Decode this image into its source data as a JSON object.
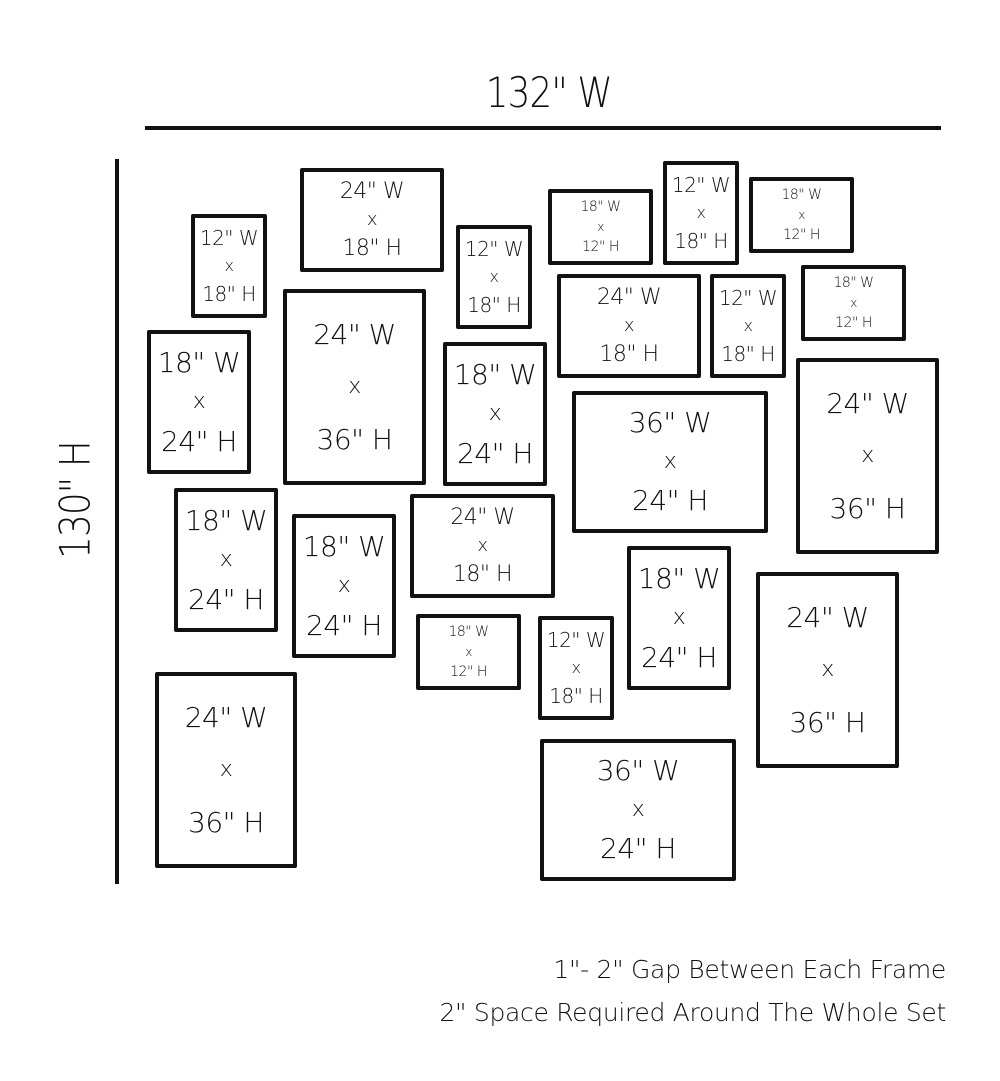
{
  "dimensions": {
    "total_width_label": "132\" W",
    "total_height_label": "130\" H"
  },
  "frames": [
    {
      "w": "12\" W",
      "x": "x",
      "h": "18\" H"
    },
    {
      "w": "24\" W",
      "x": "x",
      "h": "18\" H"
    },
    {
      "w": "12\" W",
      "x": "x",
      "h": "18\" H"
    },
    {
      "w": "18\" W",
      "x": "x",
      "h": "12\" H"
    },
    {
      "w": "12\" W",
      "x": "x",
      "h": "18\" H"
    },
    {
      "w": "18\" W",
      "x": "x",
      "h": "12\" H"
    },
    {
      "w": "18\" W",
      "x": "x",
      "h": "24\" H"
    },
    {
      "w": "24\" W",
      "x": "x",
      "h": "36\" H"
    },
    {
      "w": "18\" W",
      "x": "x",
      "h": "24\" H"
    },
    {
      "w": "24\" W",
      "x": "x",
      "h": "18\" H"
    },
    {
      "w": "12\" W",
      "x": "x",
      "h": "18\" H"
    },
    {
      "w": "18\" W",
      "x": "x",
      "h": "12\" H"
    },
    {
      "w": "36\" W",
      "x": "x",
      "h": "24\" H"
    },
    {
      "w": "24\" W",
      "x": "x",
      "h": "36\" H"
    },
    {
      "w": "18\" W",
      "x": "x",
      "h": "24\" H"
    },
    {
      "w": "18\" W",
      "x": "x",
      "h": "24\" H"
    },
    {
      "w": "24\" W",
      "x": "x",
      "h": "18\" H"
    },
    {
      "w": "18\" W",
      "x": "x",
      "h": "12\" H"
    },
    {
      "w": "12\" W",
      "x": "x",
      "h": "18\" H"
    },
    {
      "w": "18\" W",
      "x": "x",
      "h": "24\" H"
    },
    {
      "w": "24\" W",
      "x": "x",
      "h": "36\" H"
    },
    {
      "w": "24\" W",
      "x": "x",
      "h": "36\" H"
    },
    {
      "w": "36\" W",
      "x": "x",
      "h": "24\" H"
    }
  ],
  "notes": {
    "gap": "1\"- 2\" Gap Between Each Frame",
    "space": "2\" Space Required Around The Whole Set"
  }
}
